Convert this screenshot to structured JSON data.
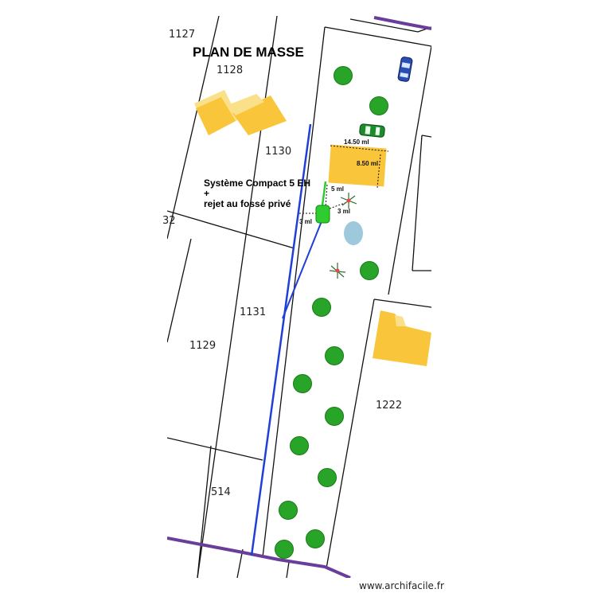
{
  "title": "PLAN DE MASSE",
  "parcels": [
    {
      "id": "1127",
      "label": "1127"
    },
    {
      "id": "1128",
      "label": "1128"
    },
    {
      "id": "1130",
      "label": "1130"
    },
    {
      "id": "32",
      "label": "32"
    },
    {
      "id": "1131",
      "label": "1131"
    },
    {
      "id": "1129",
      "label": "1129"
    },
    {
      "id": "514",
      "label": "514"
    },
    {
      "id": "1222",
      "label": "1222"
    }
  ],
  "annotation": {
    "line1": "Système Compact 5 EH",
    "line2": "+",
    "line3": "rejet au fossé privé"
  },
  "dimensions": {
    "house_length": "14.50 ml",
    "house_width": "8.50 ml",
    "dist_5": "5 ml",
    "dist_3_left": "3 ml",
    "dist_3_right": "3 ml"
  },
  "watermark": "www.archifacile.fr",
  "colors": {
    "building": "#f9c53a",
    "building_light": "#fbe08a",
    "pipe": "#1f3fd6",
    "road_edge": "#6a3d9a",
    "tank": "#2ecc2e",
    "tree": "#2a9d2a",
    "pond": "#9ec9dc",
    "parcel_line": "#111111"
  }
}
